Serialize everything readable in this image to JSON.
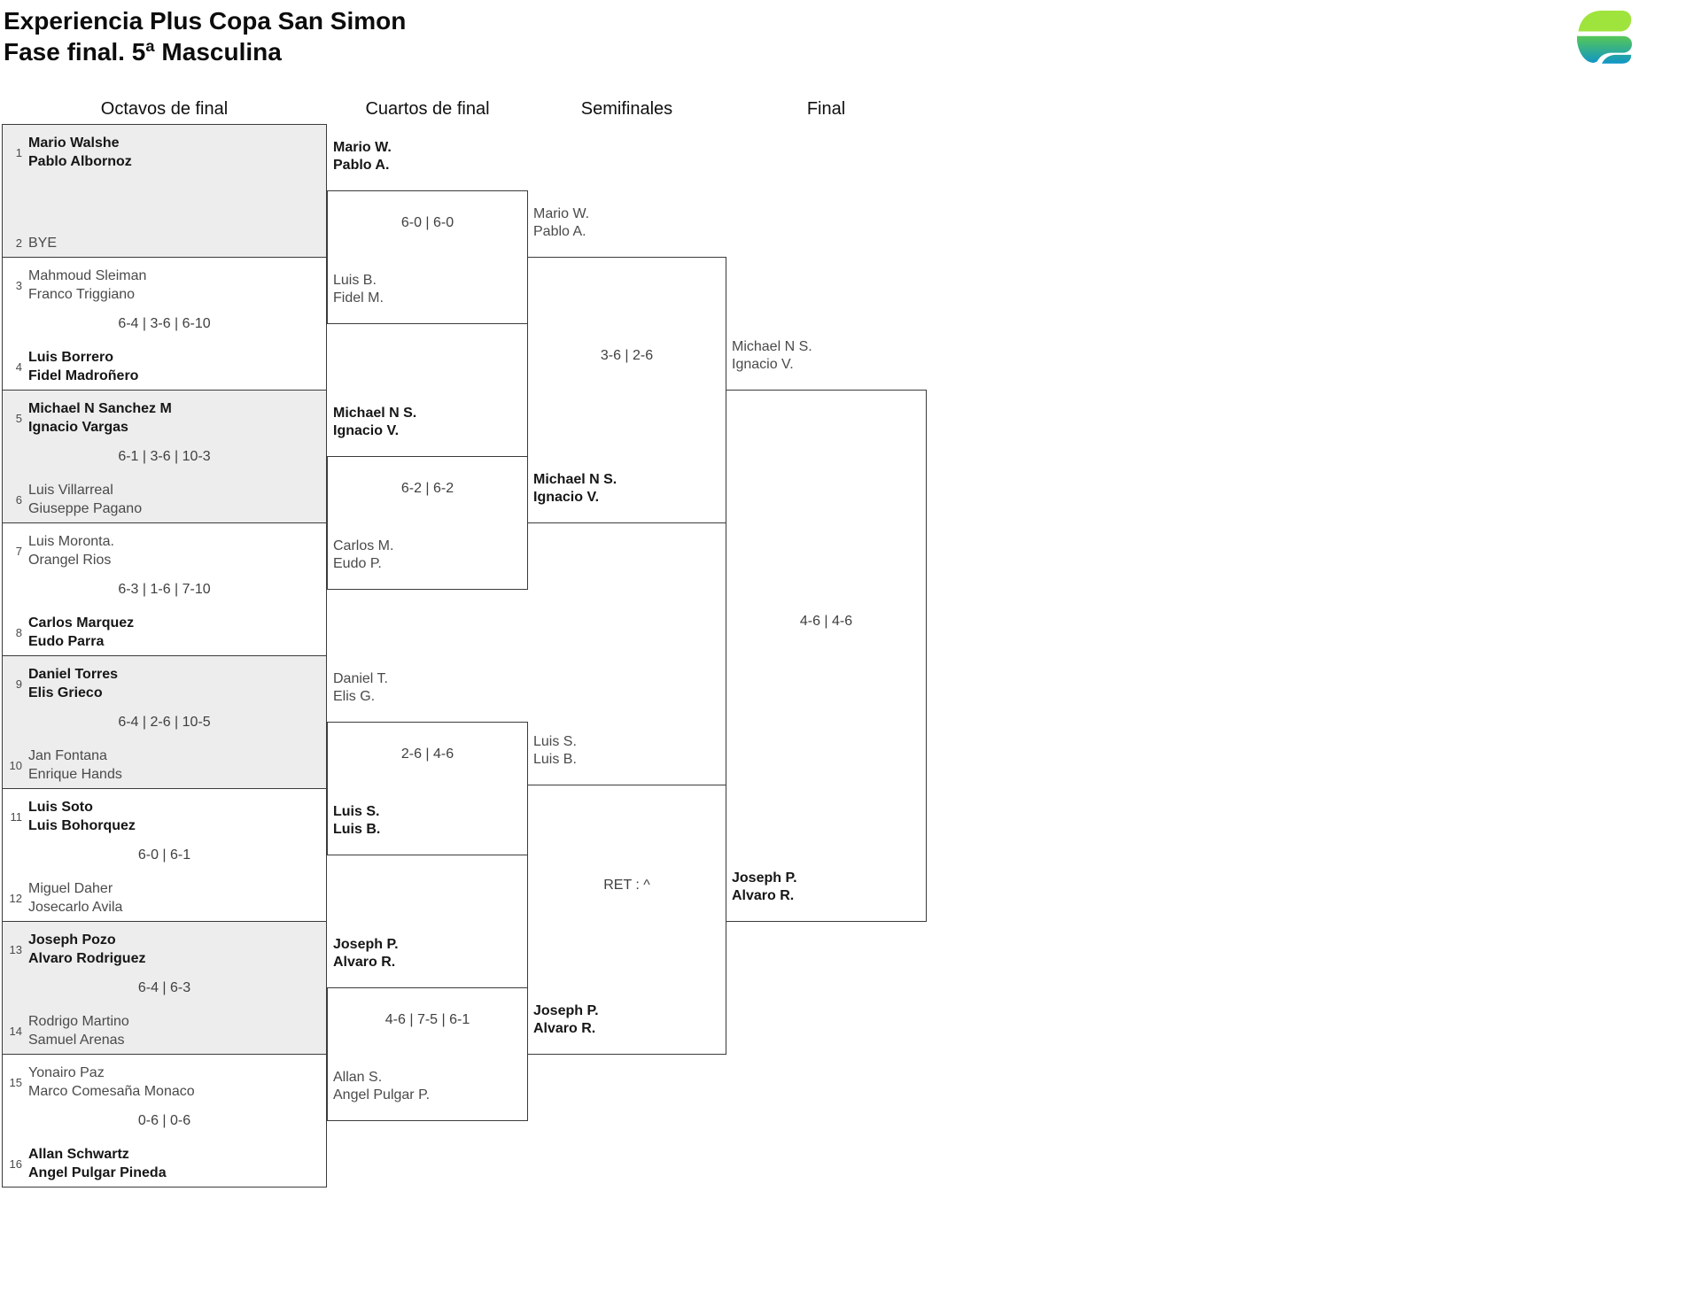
{
  "title": {
    "line1": "Experiencia Plus Copa San Simon",
    "line2": "Fase final. 5ª Masculina"
  },
  "round_headers": {
    "r16": "Octavos de final",
    "qf": "Cuartos de final",
    "sf": "Semifinales",
    "f": "Final"
  },
  "colors": {
    "logo_lime": "#9FE43C",
    "logo_green": "#5BCB4E",
    "logo_blue": "#0F95C8",
    "shade": "#ededed",
    "border": "#3b3b3b"
  },
  "octavos": [
    {
      "seed_top": "1",
      "team_top": [
        "Mario Walshe",
        "Pablo Albornoz"
      ],
      "top_bold": true,
      "score": "",
      "seed_bottom": "2",
      "team_bottom": [
        "BYE"
      ],
      "bottom_bold": false,
      "shaded": true
    },
    {
      "seed_top": "3",
      "team_top": [
        "Mahmoud Sleiman",
        "Franco Triggiano"
      ],
      "top_bold": false,
      "score": "6-4 | 3-6 | 6-10",
      "seed_bottom": "4",
      "team_bottom": [
        "Luis Borrero",
        "Fidel Madroñero"
      ],
      "bottom_bold": true,
      "shaded": false
    },
    {
      "seed_top": "5",
      "team_top": [
        "Michael N Sanchez M",
        "Ignacio Vargas"
      ],
      "top_bold": true,
      "score": "6-1 | 3-6 | 10-3",
      "seed_bottom": "6",
      "team_bottom": [
        "Luis Villarreal",
        "Giuseppe Pagano"
      ],
      "bottom_bold": false,
      "shaded": true
    },
    {
      "seed_top": "7",
      "team_top": [
        "Luis Moronta.",
        "Orangel Rios"
      ],
      "top_bold": false,
      "score": "6-3 | 1-6 | 7-10",
      "seed_bottom": "8",
      "team_bottom": [
        "Carlos Marquez",
        "Eudo Parra"
      ],
      "bottom_bold": true,
      "shaded": false
    },
    {
      "seed_top": "9",
      "team_top": [
        "Daniel Torres",
        "Elis Grieco"
      ],
      "top_bold": true,
      "score": "6-4 | 2-6 | 10-5",
      "seed_bottom": "10",
      "team_bottom": [
        "Jan Fontana",
        "Enrique Hands"
      ],
      "bottom_bold": false,
      "shaded": true
    },
    {
      "seed_top": "11",
      "team_top": [
        "Luis Soto",
        "Luis Bohorquez"
      ],
      "top_bold": true,
      "score": "6-0 | 6-1",
      "seed_bottom": "12",
      "team_bottom": [
        "Miguel Daher",
        "Josecarlo Avila"
      ],
      "bottom_bold": false,
      "shaded": false
    },
    {
      "seed_top": "13",
      "team_top": [
        "Joseph Pozo",
        "Alvaro Rodriguez"
      ],
      "top_bold": true,
      "score": "6-4 | 6-3",
      "seed_bottom": "14",
      "team_bottom": [
        "Rodrigo Martino",
        "Samuel Arenas"
      ],
      "bottom_bold": false,
      "shaded": true
    },
    {
      "seed_top": "15",
      "team_top": [
        "Yonairo Paz",
        "Marco Comesaña Monaco"
      ],
      "top_bold": false,
      "score": "0-6 | 0-6",
      "seed_bottom": "16",
      "team_bottom": [
        "Allan Schwartz",
        "Angel Pulgar Pineda"
      ],
      "bottom_bold": true,
      "shaded": false
    }
  ],
  "cuartos": [
    {
      "team_top": [
        "Mario W.",
        "Pablo A."
      ],
      "top_bold": true,
      "score": "6-0 | 6-0",
      "team_bottom": [
        "Luis B.",
        "Fidel M."
      ],
      "bottom_bold": false
    },
    {
      "team_top": [
        "Michael N S.",
        "Ignacio V."
      ],
      "top_bold": true,
      "score": "6-2 | 6-2",
      "team_bottom": [
        "Carlos M.",
        "Eudo P."
      ],
      "bottom_bold": false
    },
    {
      "team_top": [
        "Daniel T.",
        "Elis G."
      ],
      "top_bold": false,
      "score": "2-6 | 4-6",
      "team_bottom": [
        "Luis S.",
        "Luis B."
      ],
      "bottom_bold": true
    },
    {
      "team_top": [
        "Joseph P.",
        "Alvaro R."
      ],
      "top_bold": true,
      "score": "4-6 | 7-5 | 6-1",
      "team_bottom": [
        "Allan S.",
        "Angel Pulgar P."
      ],
      "bottom_bold": false
    }
  ],
  "semifinales": [
    {
      "team_top": [
        "Mario W.",
        "Pablo A."
      ],
      "top_bold": false,
      "score": "3-6 | 2-6",
      "team_bottom": [
        "Michael N S.",
        "Ignacio V."
      ],
      "bottom_bold": true
    },
    {
      "team_top": [
        "Luis S.",
        "Luis B."
      ],
      "top_bold": false,
      "score": "RET : ^",
      "team_bottom": [
        "Joseph P.",
        "Alvaro R."
      ],
      "bottom_bold": true
    }
  ],
  "final": {
    "team_top": [
      "Michael N S.",
      "Ignacio V."
    ],
    "top_bold": false,
    "score": "4-6 | 4-6",
    "team_bottom": [
      "Joseph P.",
      "Alvaro R."
    ],
    "bottom_bold": true
  }
}
